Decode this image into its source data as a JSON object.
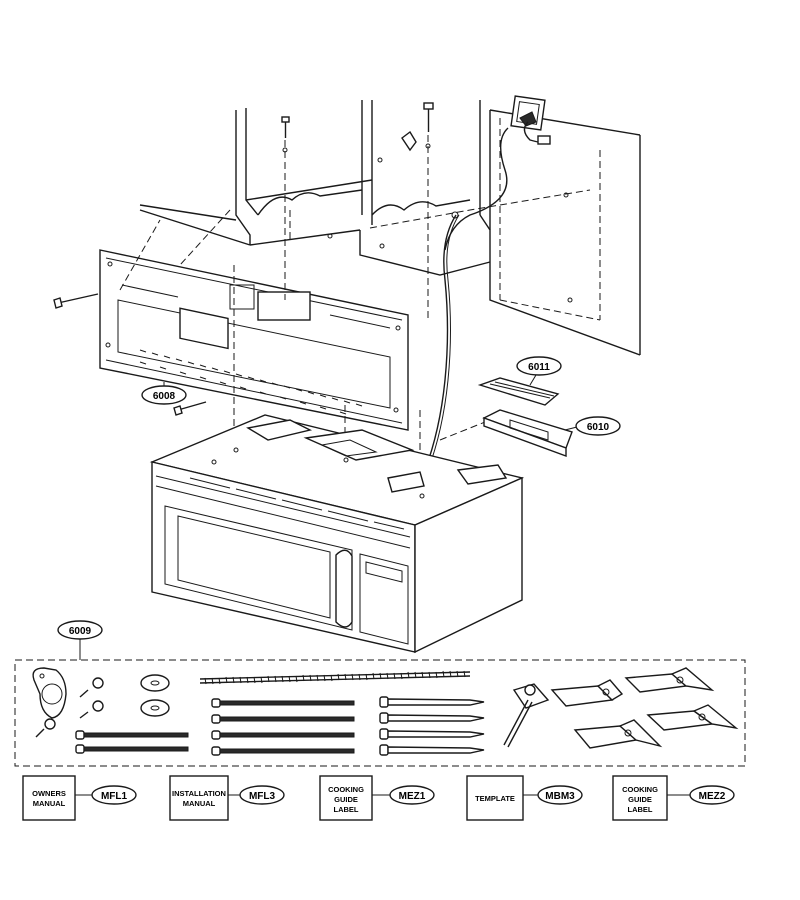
{
  "callouts": {
    "p6008": "6008",
    "p6009": "6009",
    "p6010": "6010",
    "p6011": "6011"
  },
  "documents": [
    {
      "lines": [
        "OWNERS",
        "MANUAL"
      ],
      "code": "MFL1"
    },
    {
      "lines": [
        "INSTALLATION",
        "MANUAL"
      ],
      "code": "MFL3"
    },
    {
      "lines": [
        "COOKING",
        "GUIDE",
        "LABEL"
      ],
      "code": "MEZ1"
    },
    {
      "lines": [
        "TEMPLATE"
      ],
      "code": "MBM3"
    },
    {
      "lines": [
        "COOKING",
        "GUIDE",
        "LABEL"
      ],
      "code": "MEZ2"
    }
  ]
}
